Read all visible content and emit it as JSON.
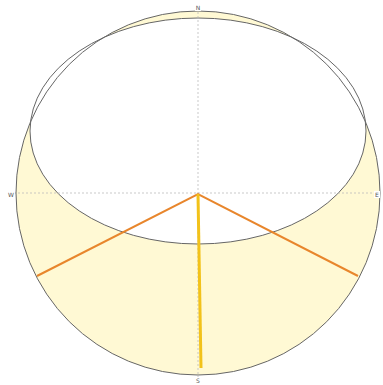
{
  "diagram": {
    "labels": [
      "N",
      "W",
      "E",
      "S"
    ]
  }
}
